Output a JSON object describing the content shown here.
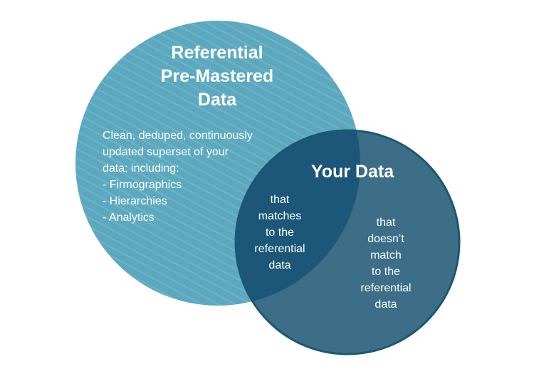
{
  "colors": {
    "referential_circle": "#5ba8bf",
    "referential_hatch": "#6db3c7",
    "your_data_circle": "#3c6e88",
    "overlap": "#1c5779",
    "outline": "#1c5773",
    "text": "#ffffff"
  },
  "referential": {
    "title_lines": [
      "Referential",
      "Pre-Mastered",
      "Data"
    ],
    "description_lines": [
      "Clean, deduped, continuously",
      "updated superset of your",
      "data; including:",
      "- Firmographics",
      "- Hierarchies",
      "- Analytics"
    ]
  },
  "your_data": {
    "title": "Your Data",
    "overlap_lines": [
      "that",
      "matches",
      "to the",
      "referential",
      "data"
    ],
    "non_overlap_lines": [
      "that",
      "doesn’t",
      "match",
      "to the",
      "referential",
      "data"
    ]
  }
}
